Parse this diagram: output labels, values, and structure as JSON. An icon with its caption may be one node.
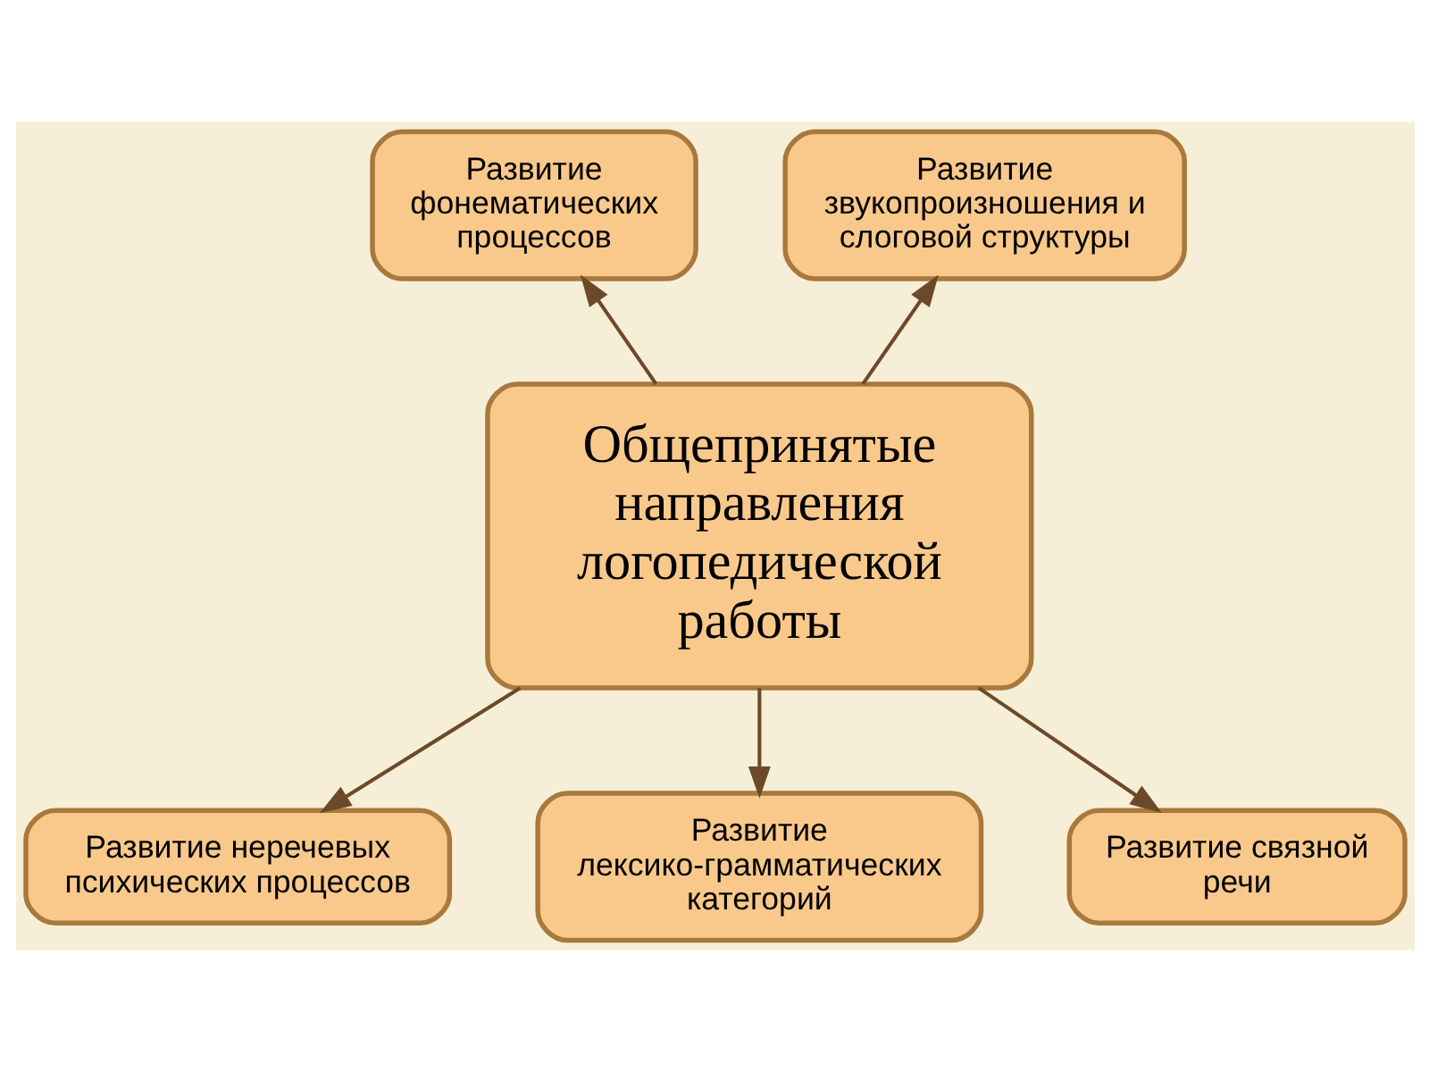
{
  "diagram": {
    "nodes": [
      {
        "text": [
          "Общепринятые направления логопедической работы"
        ]
      },
      {
        "text": [
          "Развитие фонематических процессов"
        ]
      },
      {
        "text": [
          "Развитие звукопроизношения и слоговой структуры"
        ]
      },
      {
        "text": [
          "Развитие неречевых психических процессов"
        ]
      },
      {
        "text": [
          "Развитие лексико-грамматических категорий"
        ]
      },
      {
        "text": [
          "Развитие связной речи"
        ]
      }
    ],
    "edges": [
      {
        "from": 0,
        "to": 1,
        "arrow": "to"
      },
      {
        "from": 0,
        "to": 2,
        "arrow": "to"
      },
      {
        "from": 0,
        "to": 3,
        "arrow": "to"
      },
      {
        "from": 0,
        "to": 4,
        "arrow": "to"
      },
      {
        "from": 0,
        "to": 5,
        "arrow": "to"
      }
    ]
  }
}
